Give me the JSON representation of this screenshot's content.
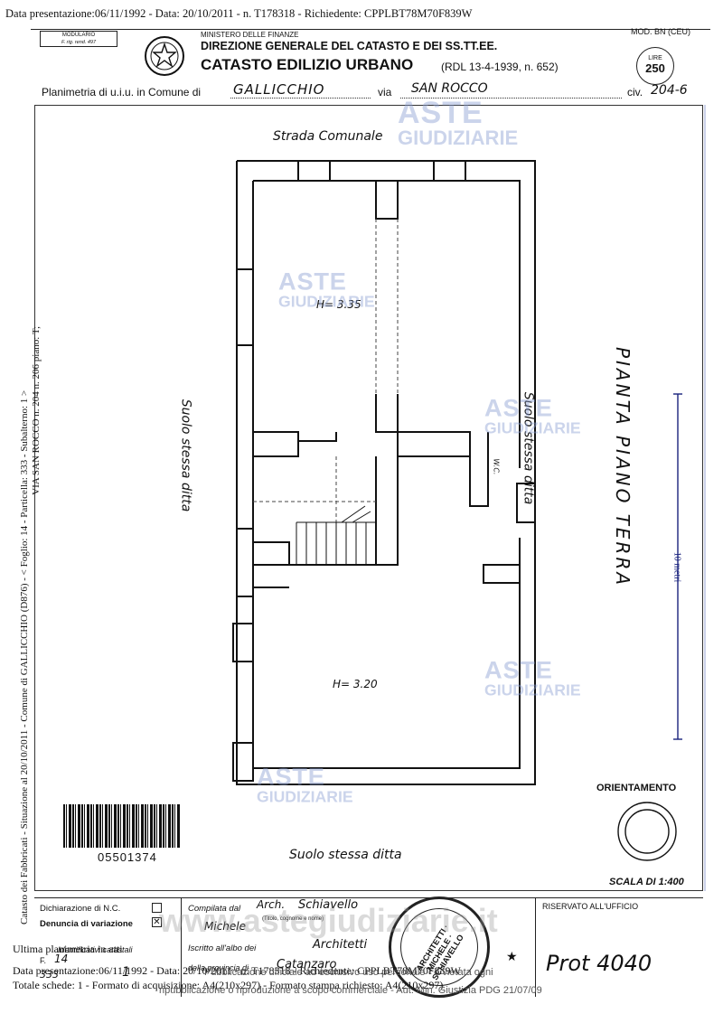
{
  "header": {
    "request_line": "Data presentazione:06/11/1992 - Data: 20/10/2011 - n. T178318 - Richiedente: CPPLBT78M70F839W",
    "modulario": "MODULARIO",
    "modulario_sub": "F. rig. rend. 497",
    "ministry": "MINISTERO DELLE FINANZE",
    "directorate": "DIREZIONE GENERALE DEL CATASTO E DEI SS.TT.EE.",
    "title": "CATASTO EDILIZIO URBANO",
    "title_ref": "(RDL 13-4-1939, n. 652)",
    "mod": "MOD. BN (CEU)",
    "lire_label": "LIRE",
    "lire_value": "250"
  },
  "planimetria": {
    "prefix": "Planimetria di u.i.u. in Comune di",
    "comune": "GALLICCHIO",
    "via_label": "via",
    "via": "SAN ROCCO",
    "civ_label": "civ.",
    "civ": "204-6"
  },
  "plan": {
    "top_road": "Strada Comunale",
    "bottom_label": "Suolo stessa ditta",
    "left_label": "Suolo stessa ditta",
    "right_label": "Suolo stessa ditta",
    "height_upper": "H= 3.35",
    "height_lower": "H= 3.20",
    "wc": "W.C.",
    "floor_title": "PIANTA PIANO TERRA",
    "scale_bar_label": "10 metri",
    "orientation": "ORIENTAMENTO",
    "scale": "SCALA DI 1:400"
  },
  "side_text": "Catasto dei Fabbricati - Situazione al 20/10/2011 - Comune di GALLICCHIO (D876) - < Foglio: 14 - Particella: 333 - Subalterno: 1 >",
  "side_text_2": "VIA SAN ROCCO n. 204 n. 206 piano: T;",
  "barcode_number": "05501374",
  "footer": {
    "dichiarazione": "Dichiarazione di N.C.",
    "denuncia": "Denuncia di variazione",
    "identificativi": "Identificativi catastali",
    "foglio_label": "F.",
    "foglio": "14",
    "particella": "333",
    "subalterno": "1",
    "compilata": "Compilata dal",
    "compiler_title": "Arch.",
    "compiler_surname": "Schiavello",
    "compiler_name": "Michele",
    "compiler_hint": "(Titolo, cognome e nome)",
    "iscritto": "Iscritto all'albo dei",
    "albo": "Architetti",
    "provincia_label": "della provincia di",
    "provincia": "Catanzaro",
    "riservato": "RISERVATO ALL'UFFICIO",
    "prot": "Prot 4040",
    "ultima": "Ultima planimetria in atti",
    "data_line": "Data presentazione:06/11/1992 - Data: 20/10/2011 - n. T178318 - Richiedente: CPPLBT78M70F839W",
    "totale_line": "Totale schede: 1 - Formato di acquisizione: A4(210x297) - Formato stampa richiesto: A4(210x297)",
    "stamp_text": "ARCHITETTI · MICHELE · SCHIAVELLO",
    "watermark_site": "www.astegiudiziarie.it",
    "disclaimer_1": "Pubblicazione ufficiale ad esclusivo uso personale - è vietata ogni",
    "disclaimer_2": "ripubblicazione o riproduzione a scopo commerciale - Aut. Min. Giustizia PDG 21/07/09"
  },
  "watermark": {
    "line1": "ASTE",
    "line2": "GIUDIZIARIE"
  }
}
